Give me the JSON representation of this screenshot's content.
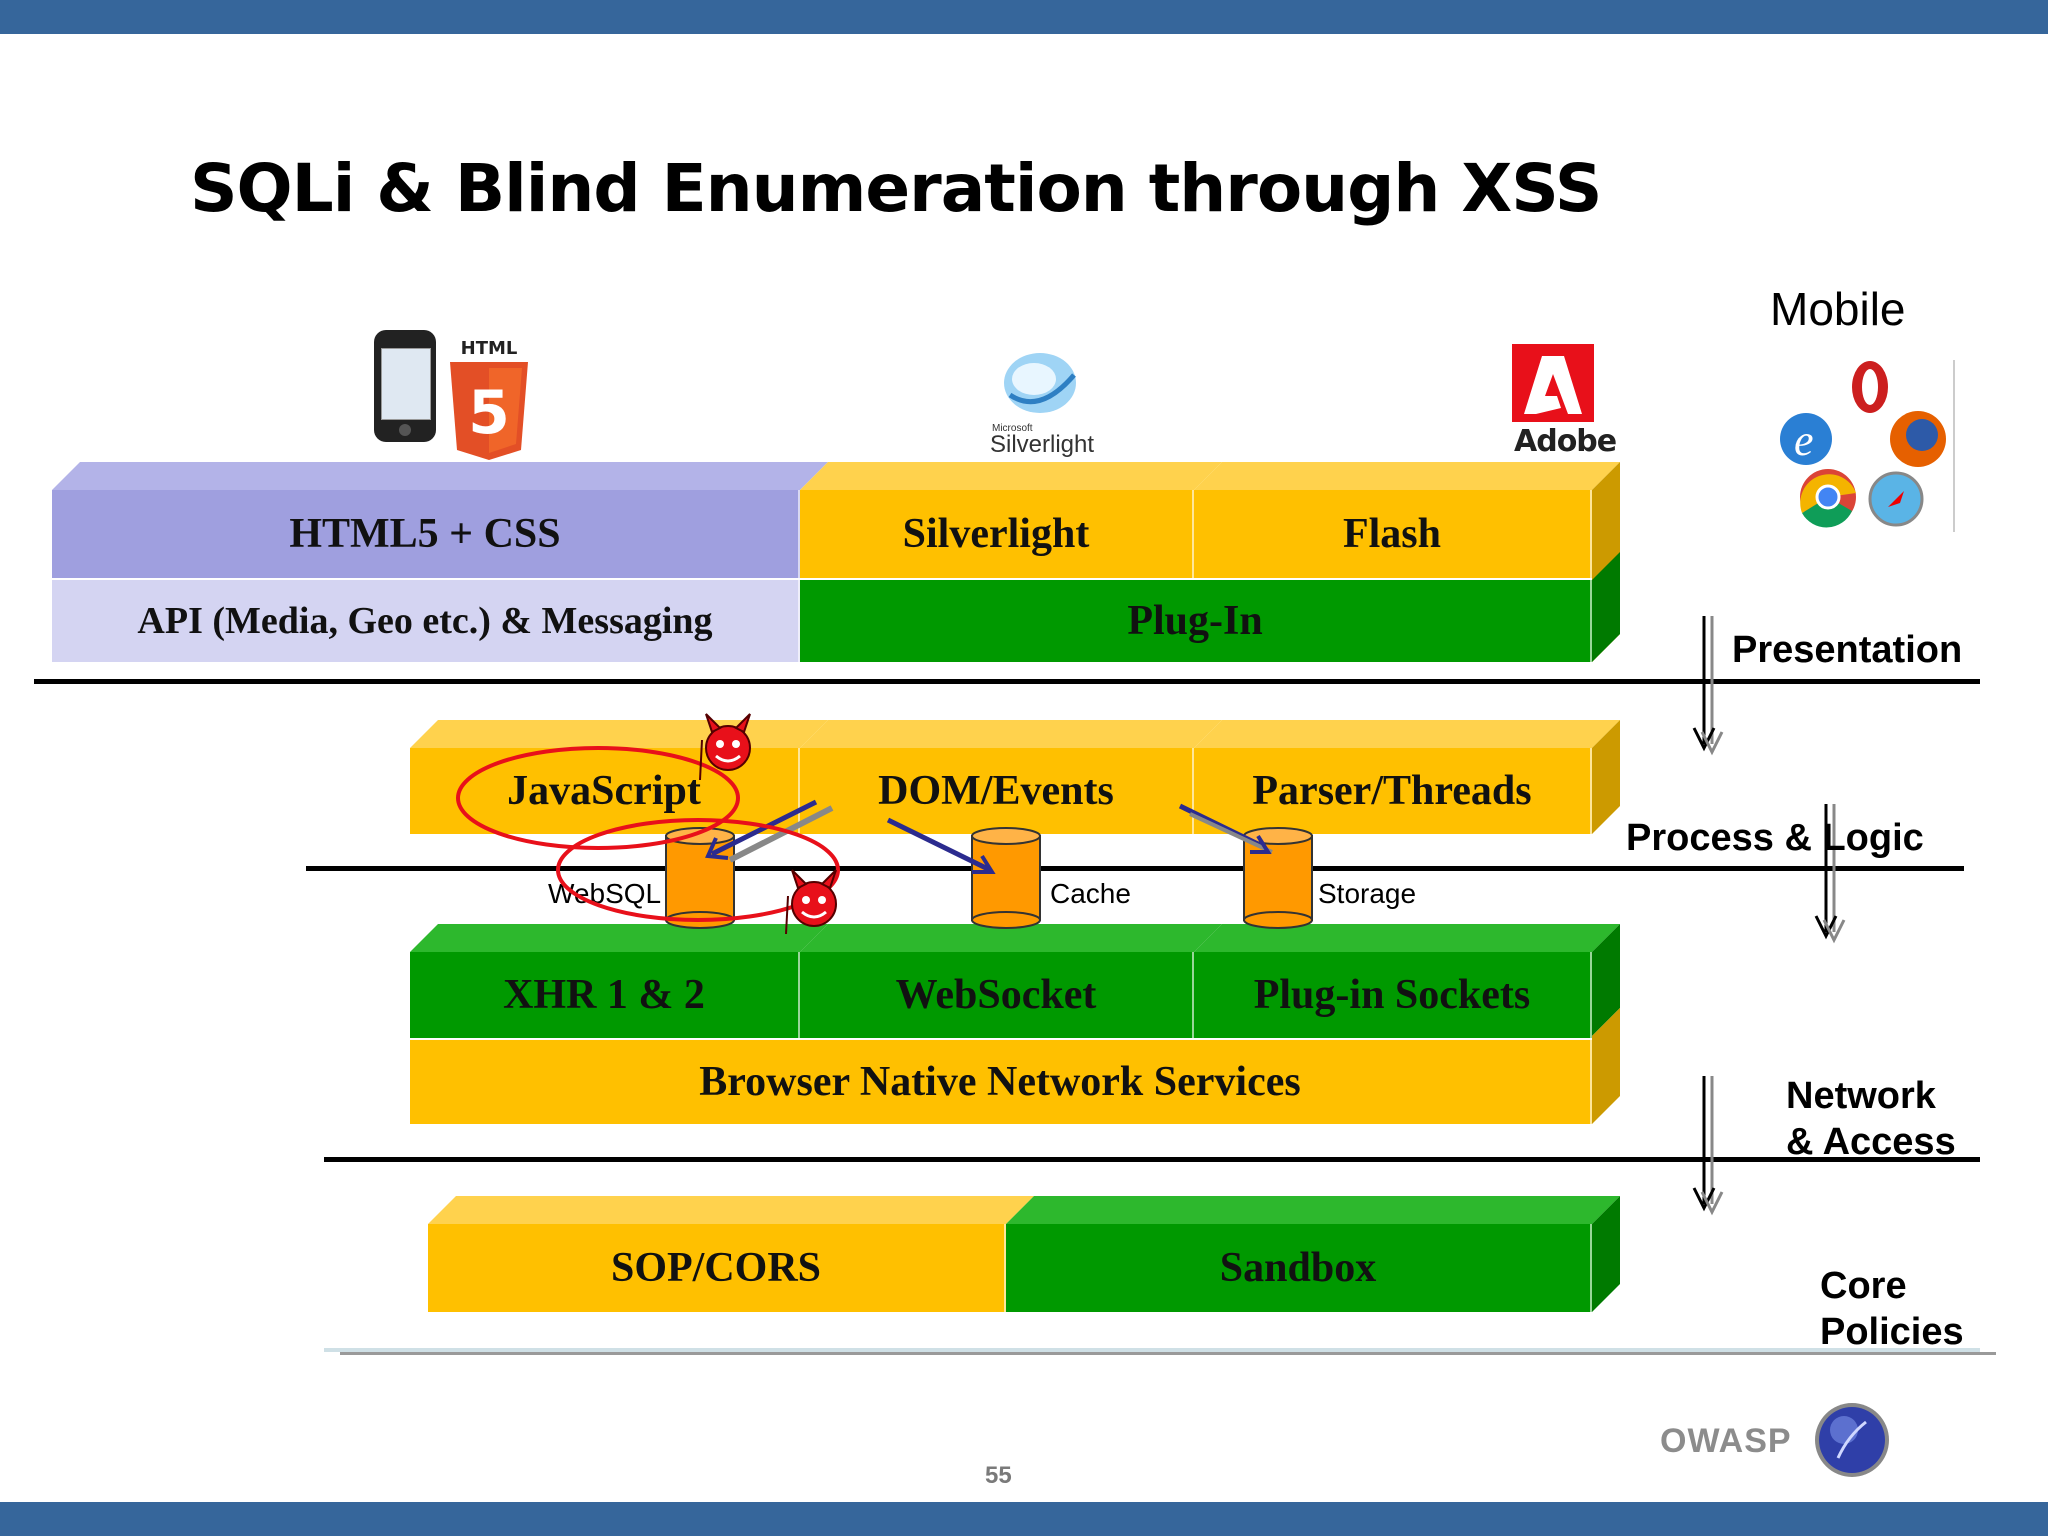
{
  "title": "SQLi & Blind Enumeration through XSS",
  "colors": {
    "top_bar": "#36669b",
    "purple": "#9f9fdf",
    "light_purple": "#d4d4f2",
    "yellow": "#ffc000",
    "green": "#009900",
    "storage": "#ff9900",
    "red": "#e8101a"
  },
  "logos": {
    "html5_text": "HTML",
    "html5_num": "5",
    "silverlight_small": "Microsoft",
    "silverlight": "Silverlight",
    "adobe": "Adobe"
  },
  "mobile": {
    "label": "Mobile"
  },
  "presentation": {
    "html_css": "HTML5 + CSS",
    "silverlight": "Silverlight",
    "flash": "Flash",
    "api": "API (Media, Geo etc.) & Messaging",
    "plugin": "Plug-In"
  },
  "process": {
    "javascript": "JavaScript",
    "dom": "DOM/Events",
    "parser": "Parser/Threads"
  },
  "storage": {
    "websql": "WebSQL",
    "cache": "Cache",
    "storage": "Storage"
  },
  "network": {
    "xhr": "XHR 1 & 2",
    "websocket": "WebSocket",
    "plugin_sockets": "Plug-in Sockets",
    "native": "Browser Native  Network Services"
  },
  "core": {
    "sop": "SOP/CORS",
    "sandbox": "Sandbox"
  },
  "layers": {
    "presentation": "Presentation",
    "process": "Process & Logic",
    "network_1": "Network",
    "network_2": "& Access",
    "core_1": "Core",
    "core_2": "Policies"
  },
  "footer": {
    "page": "55",
    "owasp": "OWASP"
  }
}
